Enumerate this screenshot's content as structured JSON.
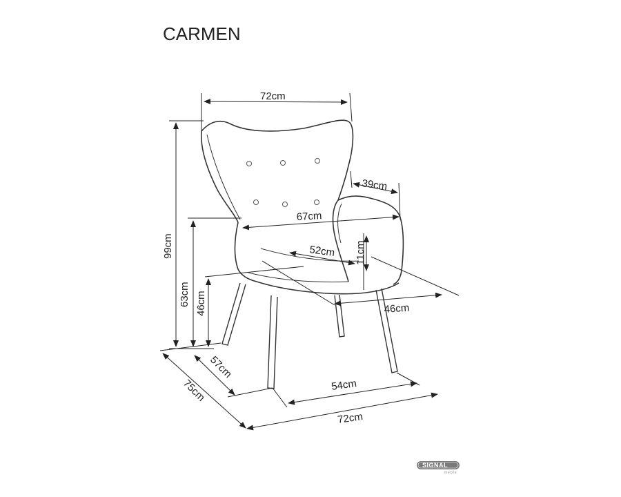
{
  "product": {
    "title": "CARMEN"
  },
  "dimensions": {
    "top_width": "72cm",
    "armrest_width": "39cm",
    "height_total": "99cm",
    "seat_width_arms": "67cm",
    "armrest_height": "63cm",
    "seat_width": "52cm",
    "arm_above_seat": "11cm",
    "seat_height": "46cm",
    "seat_depth": "46cm",
    "depth_seat": "57cm",
    "depth_total": "75cm",
    "base_width": "54cm",
    "bottom_width": "72cm"
  },
  "logo": {
    "brand": "SIGNAL",
    "sub": "meble"
  }
}
